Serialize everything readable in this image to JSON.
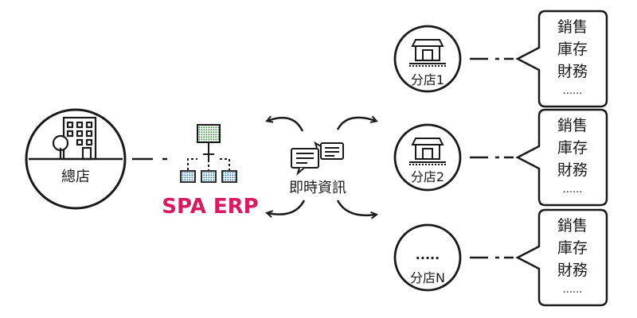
{
  "hq": {
    "label": "總店"
  },
  "erp": {
    "label": "SPA ERP",
    "color": "#d81b60"
  },
  "hub": {
    "label": "即時資訊"
  },
  "branches": [
    {
      "label": "分店1",
      "symbol": ""
    },
    {
      "label": "分店2",
      "symbol": ""
    },
    {
      "label": "分店N",
      "symbol": "....."
    }
  ],
  "info_items": [
    "銷售",
    "庫存",
    "財務",
    "......"
  ],
  "colors": {
    "line": "#1a1a1a",
    "erp_green": "#2e7d32",
    "erp_blue": "#1e6fb8"
  }
}
